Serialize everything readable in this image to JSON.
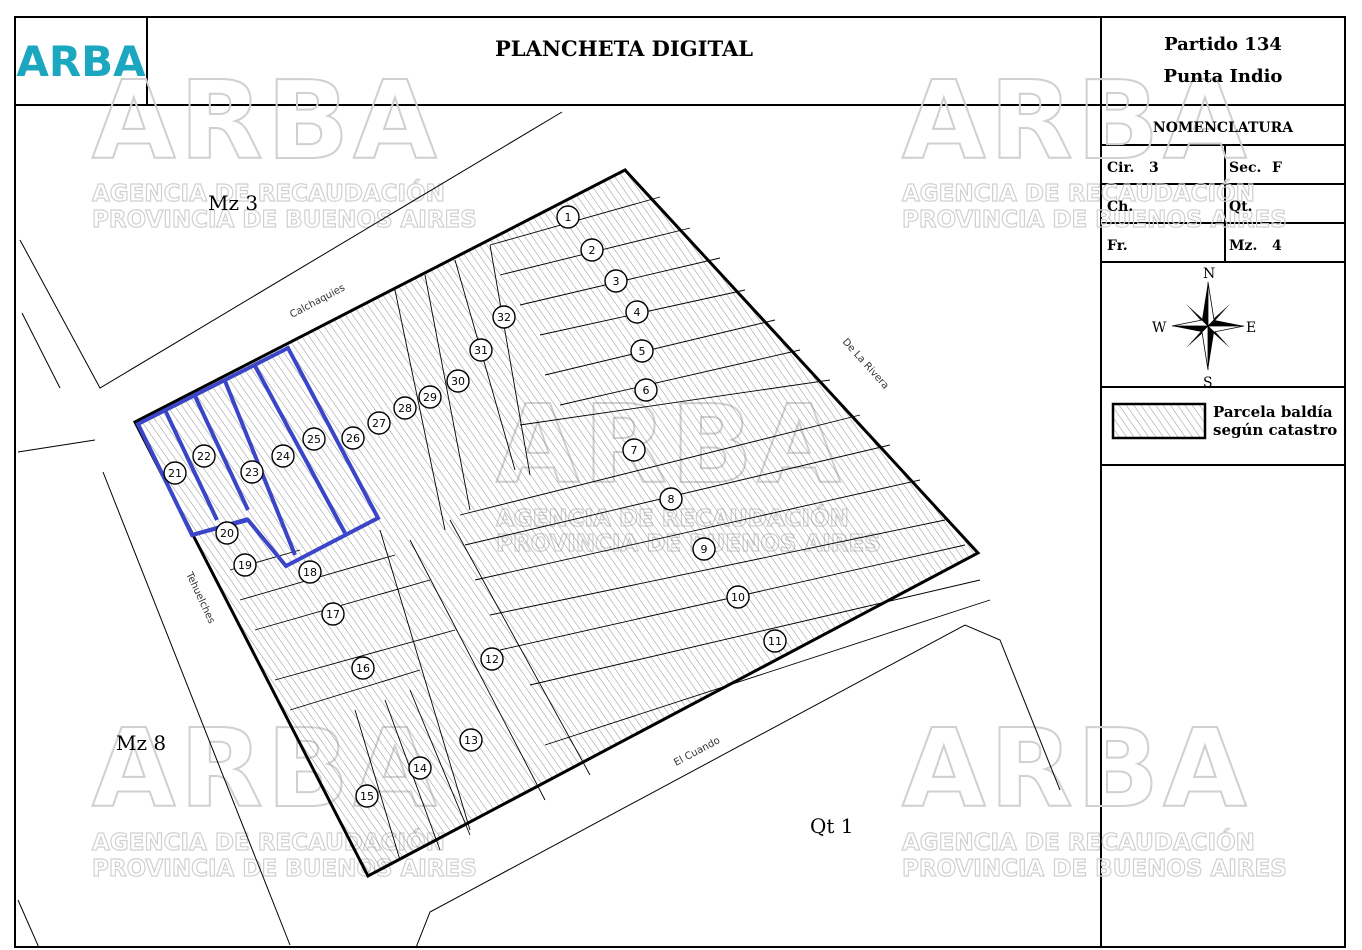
{
  "header": {
    "logo": "ARBA",
    "title": "PLANCHETA DIGITAL",
    "partido_line1": "Partido 134",
    "partido_line2": "Punta Indio"
  },
  "nomenclatura": {
    "heading": "NOMENCLATURA",
    "cir_label": "Cir.",
    "cir_value": "3",
    "sec_label": "Sec.",
    "sec_value": "F",
    "ch_label": "Ch.",
    "ch_value": "",
    "qt_label": "Qt.",
    "qt_value": "",
    "fr_label": "Fr.",
    "fr_value": "",
    "mz_label": "Mz.",
    "mz_value": "4"
  },
  "compass": {
    "n": "N",
    "s": "S",
    "e": "E",
    "w": "W",
    "icon": "compass-rose-icon"
  },
  "legend": {
    "line1": "Parcela baldía",
    "line2": "según catastro"
  },
  "watermark": {
    "text": "ARBA",
    "line1": "AGENCIA DE RECAUDACIÓN",
    "line2": "PROVINCIA DE BUENOS AIRES"
  },
  "map": {
    "streets": {
      "north": "Calchaquies",
      "east": "De La Rivera",
      "south": "El Cuando",
      "west": "Tehuelches"
    },
    "blocks": {
      "nw": "Mz 3",
      "sw": "Mz 8",
      "se": "Qt 1"
    },
    "parcels": [
      "1",
      "2",
      "3",
      "4",
      "5",
      "6",
      "7",
      "8",
      "9",
      "10",
      "11",
      "12",
      "13",
      "14",
      "15",
      "16",
      "17",
      "18",
      "19",
      "20",
      "21",
      "22",
      "23",
      "24",
      "25",
      "26",
      "27",
      "28",
      "29",
      "30",
      "31",
      "32"
    ],
    "highlighted_parcels": [
      "21",
      "22",
      "23",
      "24",
      "25"
    ],
    "highlight_color": "#3a45c8",
    "hatch_color": "#666666"
  }
}
